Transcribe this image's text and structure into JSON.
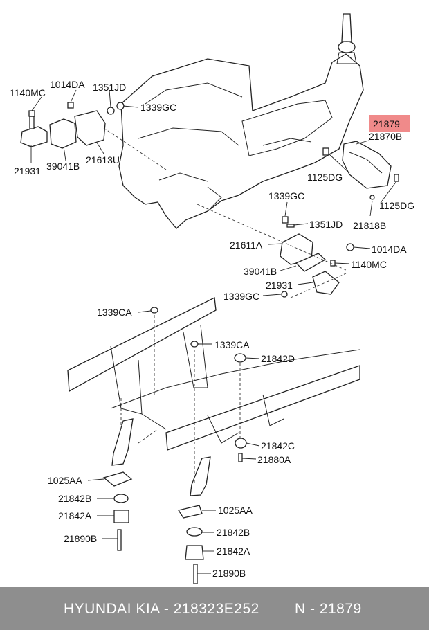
{
  "highlight_part": "21879",
  "labels": {
    "l_1140MC_a": "1140MC",
    "l_1014DA_a": "1014DA",
    "l_1351JD_a": "1351JD",
    "l_1339GC_a": "1339GC",
    "l_21931_a": "21931",
    "l_39041B_a": "39041B",
    "l_21613U": "21613U",
    "l_21879": "21879",
    "l_21870B": "21870B",
    "l_1125DG_a": "1125DG",
    "l_1125DG_b": "1125DG",
    "l_21818B": "21818B",
    "l_1339GC_b": "1339GC",
    "l_1351JD_b": "1351JD",
    "l_21611A": "21611A",
    "l_1014DA_b": "1014DA",
    "l_39041B_b": "39041B",
    "l_1140MC_b": "1140MC",
    "l_21931_b": "21931",
    "l_1339GC_c": "1339GC",
    "l_1339CA_a": "1339CA",
    "l_1339CA_b": "1339CA",
    "l_21842D": "21842D",
    "l_21842C": "21842C",
    "l_21880A": "21880A",
    "l_1025AA_a": "1025AA",
    "l_21842B_a": "21842B",
    "l_21842A_a": "21842A",
    "l_21890B_a": "21890B",
    "l_1025AA_b": "1025AA",
    "l_21842B_b": "21842B",
    "l_21842A_b": "21842A",
    "l_21890B_b": "21890B"
  },
  "footer": {
    "brand": "HYUNDAI  KIA - 218323E252",
    "number": "N - 21879"
  },
  "colors": {
    "highlight": "#f08a8a",
    "footer_bg": "#8e8e8e",
    "footer_text": "#ffffff"
  }
}
